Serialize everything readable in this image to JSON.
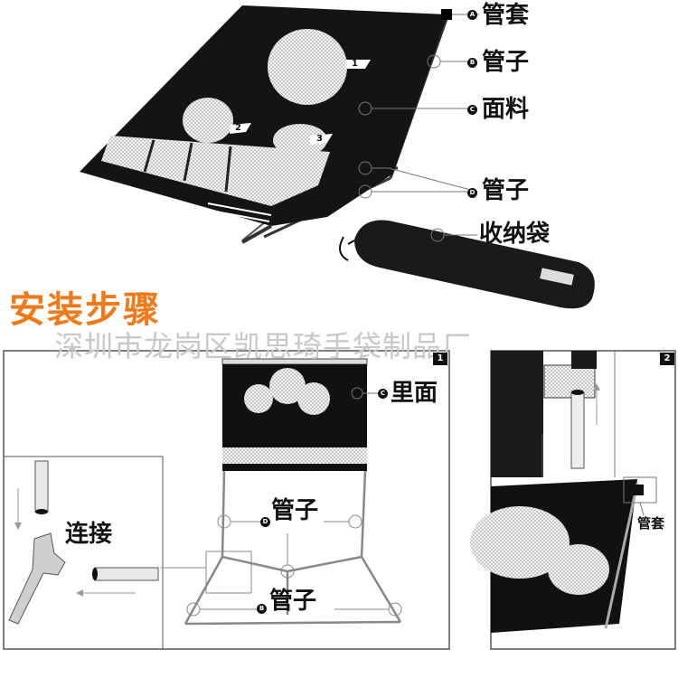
{
  "top_labels": {
    "a": {
      "badge": "A",
      "text": "管套"
    },
    "b": {
      "badge": "B",
      "text": "管子"
    },
    "c": {
      "badge": "C",
      "text": "面料"
    },
    "d": {
      "badge": "D",
      "text": "管子"
    },
    "bag": {
      "text": "收纳袋"
    }
  },
  "net_numbers": [
    "1",
    "2",
    "3"
  ],
  "section_title": "安装步骤",
  "watermark": "深圳市龙岗区凯思琦手袋制品厂",
  "step1": {
    "number": "1",
    "inner_label": {
      "badge": "C",
      "text": "里面"
    },
    "pipe_upper": {
      "badge": "D",
      "text": "管子"
    },
    "pipe_lower": {
      "badge": "B",
      "text": "管子"
    },
    "connect": "连接"
  },
  "step2": {
    "number": "2",
    "sleeve": "管套"
  }
}
